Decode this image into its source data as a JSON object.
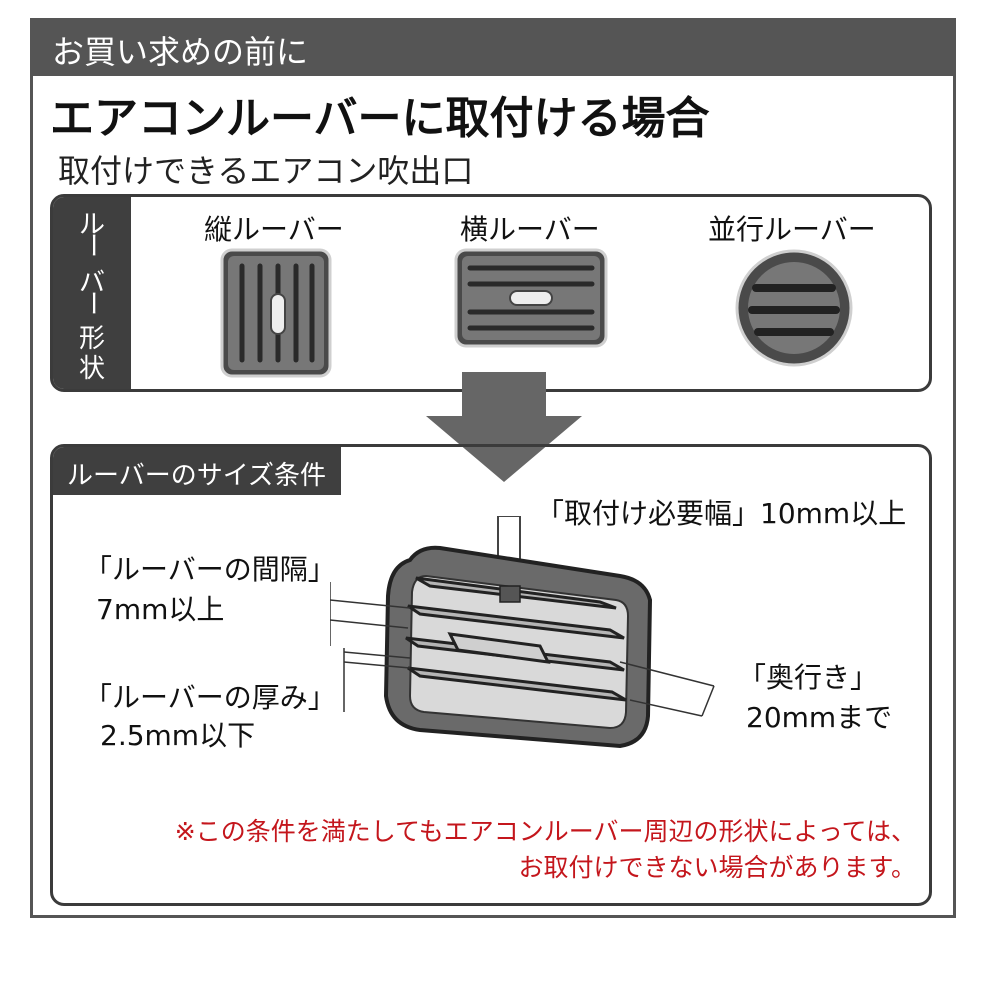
{
  "header": {
    "title": "お買い求めの前に"
  },
  "main_title": "エアコンルーバーに取付ける場合",
  "sub_title": "取付けできるエアコン吹出口",
  "louver_shape": {
    "side_label_chars": [
      "ル",
      "ー",
      "バ",
      "ー",
      "形",
      "状"
    ],
    "types": [
      {
        "label": "縦ルーバー"
      },
      {
        "label": "横ルーバー"
      },
      {
        "label": "並行ルーバー"
      }
    ]
  },
  "size_conditions": {
    "tab_label": "ルーバーのサイズ条件",
    "required_width": {
      "title": "「取付け必要幅」",
      "value": "10mm以上"
    },
    "spacing": {
      "title": "「ルーバーの間隔」",
      "value": "7mm以上"
    },
    "thickness": {
      "title": "「ルーバーの厚み」",
      "value": "2.5mm以下"
    },
    "depth": {
      "title": "「奥行き」",
      "value": "20mmまで"
    }
  },
  "note": {
    "line1": "※この条件を満たしてもエアコンルーバー周辺の形状によっては、",
    "line2": "お取付けできない場合があります。"
  },
  "colors": {
    "dark": "#3f3f3f",
    "header": "#555555",
    "note_red": "#c4161c"
  }
}
